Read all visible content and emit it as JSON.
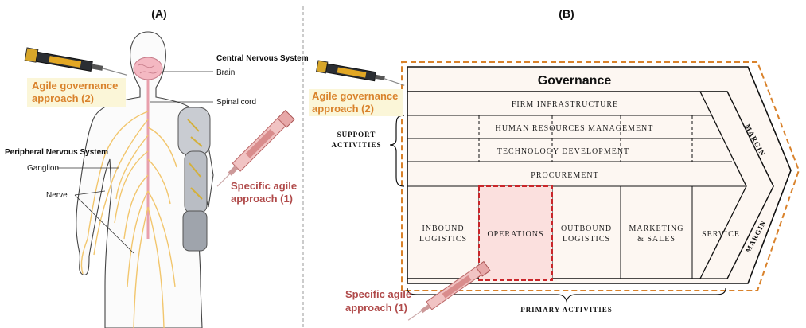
{
  "panel_a": {
    "title": "(A)",
    "cns_label": "Central Nervous System",
    "brain_label": "Brain",
    "spinal_label": "Spinal cord",
    "pns_label": "Peripheral Nervous System",
    "ganglion_label": "Ganglion",
    "nerve_label": "Nerve",
    "agile_gov_line1": "Agile governance",
    "agile_gov_line2": "approach (2)",
    "specific_line1": "Specific agile",
    "specific_line2": "approach (1)"
  },
  "panel_b": {
    "title": "(B)",
    "governance": "Governance",
    "firm_infrastructure": "FIRM INFRASTRUCTURE",
    "hr_management": "HUMAN RESOURCES MANAGEMENT",
    "tech_development": "TECHNOLOGY DEVELOPMENT",
    "procurement": "PROCUREMENT",
    "support_line1": "SUPPORT",
    "support_line2": "ACTIVITIES",
    "inbound_line1": "INBOUND",
    "inbound_line2": "LOGISTICS",
    "operations": "OPERATIONS",
    "outbound_line1": "OUTBOUND",
    "outbound_line2": "LOGISTICS",
    "marketing_line1": "MARKETING",
    "marketing_line2": "& SALES",
    "service": "SERVICE",
    "margin_top": "MARGIN",
    "margin_bottom": "MARGIN",
    "primary_activities": "PRIMARY ACTIVITIES",
    "agile_gov_line1": "Agile governance",
    "agile_gov_line2": "approach (2)",
    "specific_line1": "Specific agile",
    "specific_line2": "approach (1)"
  },
  "colors": {
    "nerve": "#f2c66d",
    "brain": "#f4b8c2",
    "governance_accent": "#d9822b",
    "specific_accent": "#b04a4a",
    "operations_fill": "#fbe0de",
    "chain_fill": "#fdf7f2"
  }
}
